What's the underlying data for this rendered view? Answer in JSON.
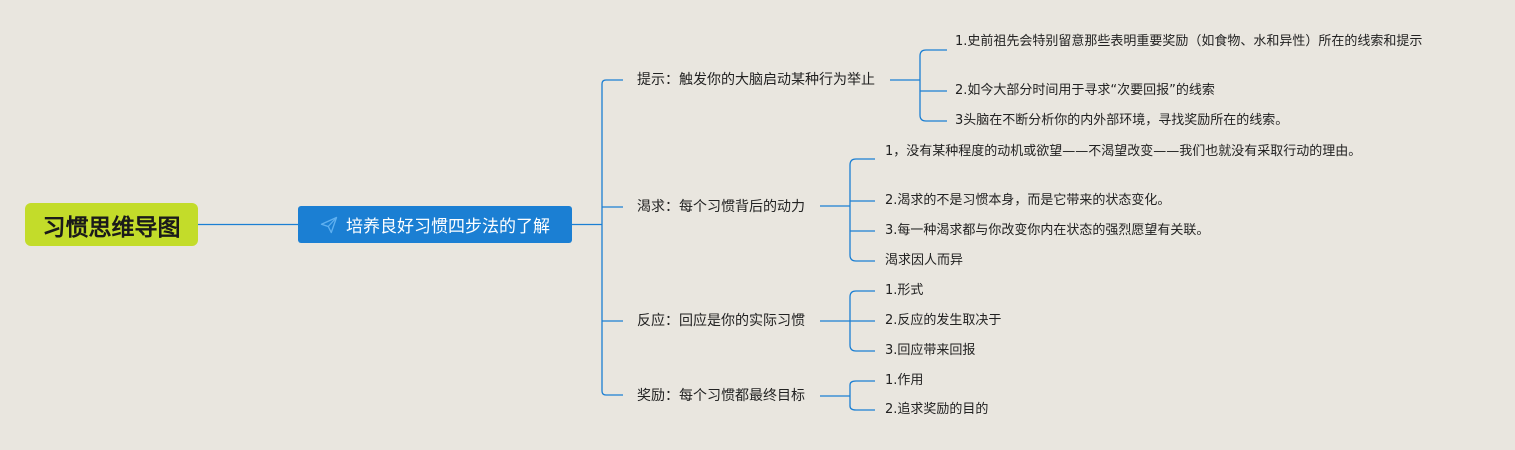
{
  "root": {
    "label": "习惯思维导图"
  },
  "main_topic": {
    "label": "培养良好习惯四步法的了解",
    "icon": "paper-plane-icon"
  },
  "colors": {
    "root_bg": "#c3dc2a",
    "main_bg": "#1b7fd3",
    "line": "#1b7fd3",
    "background": "#e9e6df"
  },
  "branches": [
    {
      "label": "提示：触发你的大脑启动某种行为举止",
      "children": [
        "1.史前祖先会特别留意那些表明重要奖励（如食物、水和异性）所在的线索和提示",
        "2.如今大部分时间用于寻求“次要回报”的线索",
        "3头脑在不断分析你的内外部环境，寻找奖励所在的线索。"
      ]
    },
    {
      "label": "渴求：每个习惯背后的动力",
      "children": [
        "1，没有某种程度的动机或欲望——不渴望改变——我们也就没有采取行动的理由。",
        "2.渴求的不是习惯本身，而是它带来的状态变化。",
        "3.每一种渴求都与你改变你内在状态的强烈愿望有关联。",
        "渴求因人而异"
      ]
    },
    {
      "label": "反应：回应是你的实际习惯",
      "children": [
        "1.形式",
        "2.反应的发生取决于",
        "3.回应带来回报"
      ]
    },
    {
      "label": "奖励：每个习惯都最终目标",
      "children": [
        "1.作用",
        "2.追求奖励的目的"
      ]
    }
  ]
}
